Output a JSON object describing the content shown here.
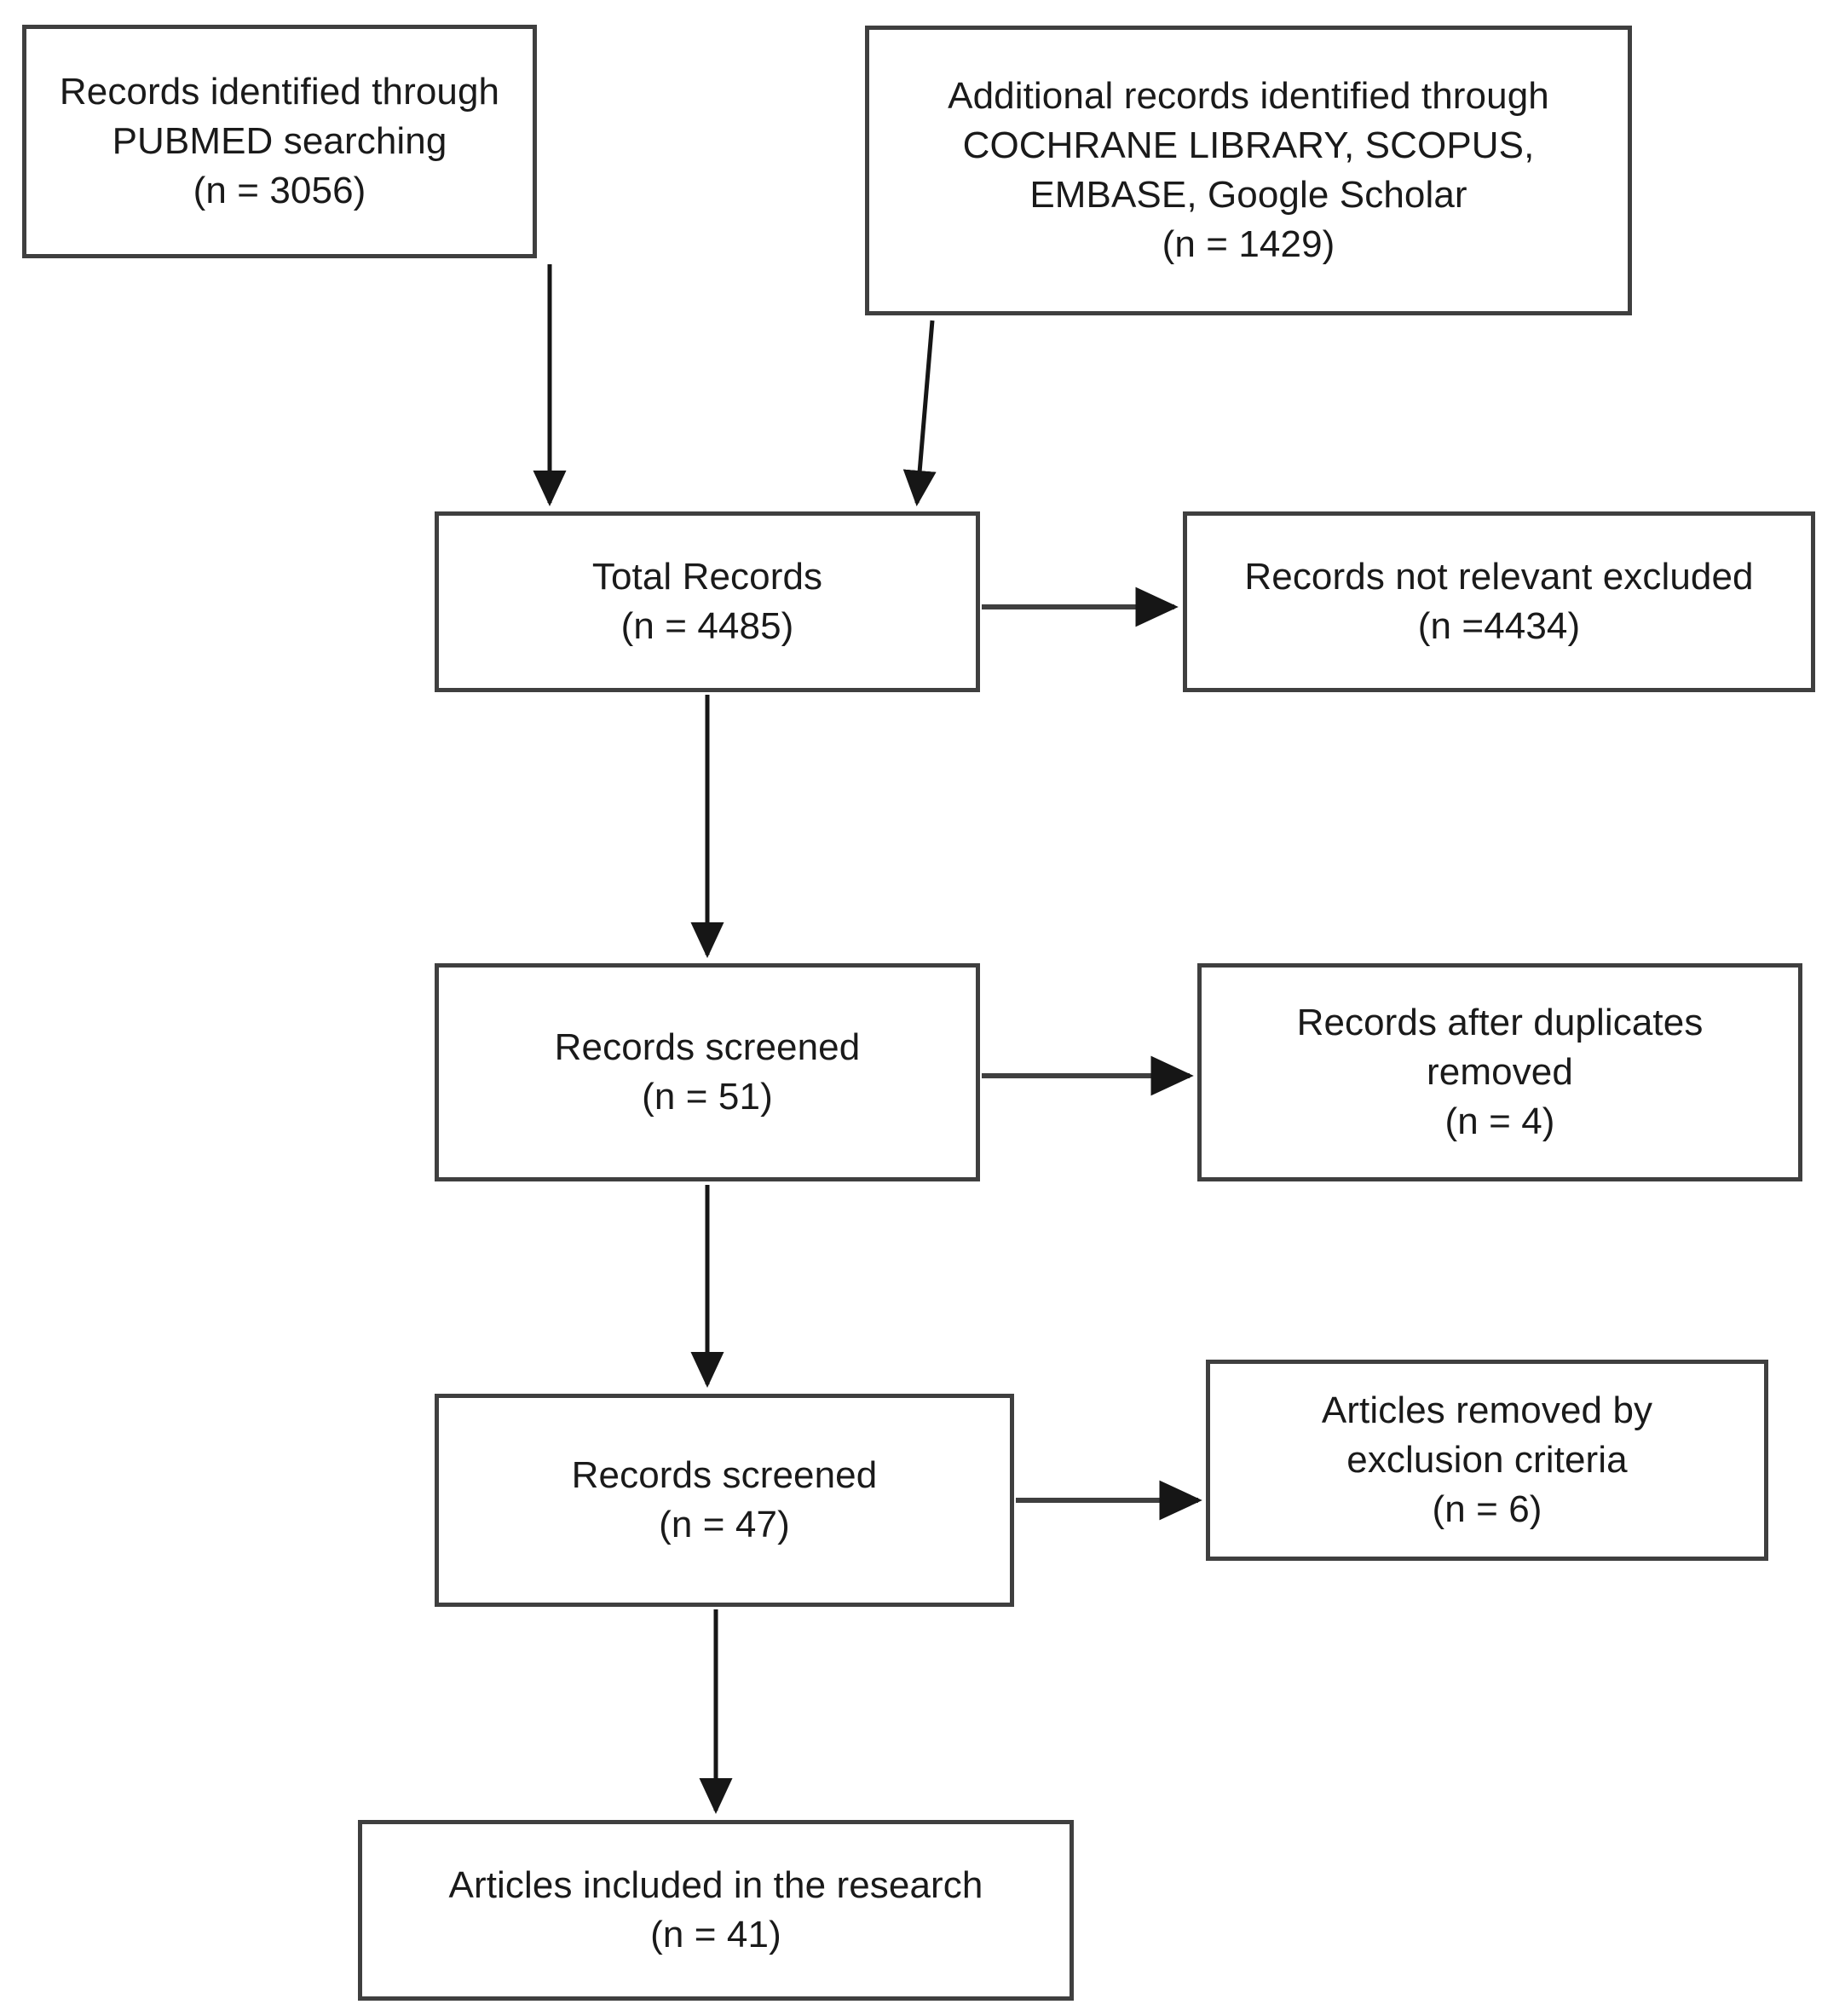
{
  "diagram": {
    "type": "prisma-flow-diagram",
    "title": "",
    "stroke_color": "#3f3f3f",
    "text_color": "#1a1a1a",
    "background_color": "#ffffff",
    "nodes": [
      {
        "id": "pubmed",
        "name": "records-identified-pubmed",
        "lines": [
          "Records identified through",
          "PUBMED searching",
          "(n = 3056)"
        ],
        "count": 3056,
        "line1": "Records identified through",
        "line2": "PUBMED searching",
        "line3": "(n = 3056)"
      },
      {
        "id": "additional",
        "name": "additional-records-identified",
        "lines": [
          "Additional records identified through",
          "COCHRANE LIBRARY, SCOPUS,",
          "EMBASE, Google Scholar",
          "(n = 1429)"
        ],
        "count": 1429,
        "line1": "Additional records identified through",
        "line2": "COCHRANE LIBRARY, SCOPUS,",
        "line3": "EMBASE, Google Scholar",
        "line4": "(n = 1429)"
      },
      {
        "id": "total_records",
        "name": "total-records",
        "lines": [
          "Total Records",
          "(n = 4485)"
        ],
        "count": 4485,
        "line1": "Total Records",
        "line2": "(n = 4485)"
      },
      {
        "id": "not_relevant",
        "name": "records-not-relevant-excluded",
        "lines": [
          "Records not relevant excluded",
          "(n =4434)"
        ],
        "count": 4434,
        "line1": "Records not relevant excluded",
        "line2": "(n =4434)"
      },
      {
        "id": "screened_51",
        "name": "records-screened-51",
        "lines": [
          "Records screened",
          "(n = 51)"
        ],
        "count": 51,
        "line1": "Records screened",
        "line2": "(n = 51)"
      },
      {
        "id": "duplicates_removed",
        "name": "records-after-duplicates-removed",
        "lines": [
          "Records after duplicates",
          "removed",
          "(n = 4)"
        ],
        "count": 4,
        "line1": "Records after duplicates",
        "line2": "removed",
        "line3": "(n = 4)"
      },
      {
        "id": "screened_47",
        "name": "records-screened-47",
        "lines": [
          "Records screened",
          "(n = 47)"
        ],
        "count": 47,
        "line1": "Records screened",
        "line2": "(n = 47)"
      },
      {
        "id": "excluded_criteria",
        "name": "articles-removed-by-exclusion-criteria",
        "lines": [
          "Articles removed by",
          "exclusion criteria",
          "(n = 6)"
        ],
        "count": 6,
        "line1": "Articles removed by",
        "line2": "exclusion criteria",
        "line3": "(n = 6)"
      },
      {
        "id": "included",
        "name": "articles-included-in-the-research",
        "lines": [
          "Articles included in the research",
          "(n = 41)"
        ],
        "count": 41,
        "line1": "Articles included in the research",
        "line2": "(n = 41)"
      }
    ],
    "edges": [
      {
        "from": "pubmed",
        "to": "total_records",
        "direction": "down",
        "style": "straight"
      },
      {
        "from": "additional",
        "to": "total_records",
        "direction": "down",
        "style": "diagonal"
      },
      {
        "from": "total_records",
        "to": "not_relevant",
        "direction": "right",
        "style": "straight"
      },
      {
        "from": "total_records",
        "to": "screened_51",
        "direction": "down",
        "style": "straight"
      },
      {
        "from": "screened_51",
        "to": "duplicates_removed",
        "direction": "right",
        "style": "straight"
      },
      {
        "from": "screened_51",
        "to": "screened_47",
        "direction": "down",
        "style": "straight"
      },
      {
        "from": "screened_47",
        "to": "excluded_criteria",
        "direction": "right",
        "style": "straight"
      },
      {
        "from": "screened_47",
        "to": "included",
        "direction": "down",
        "style": "straight"
      }
    ]
  }
}
